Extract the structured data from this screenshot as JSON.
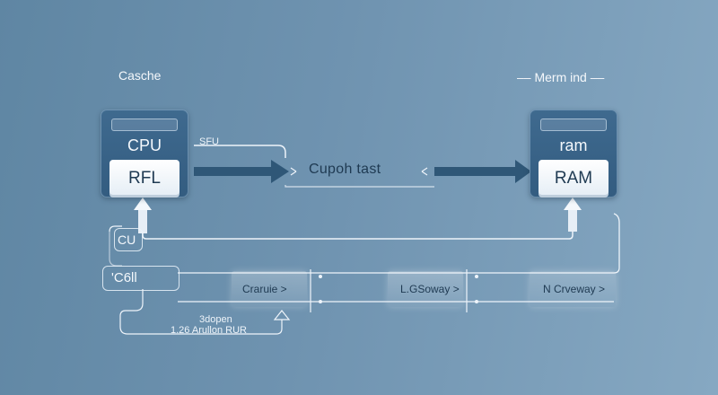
{
  "labels": {
    "cache": "Casche",
    "memory": "–– Merm ind ––",
    "sfu": "SFU",
    "bus_label": "Cupoh tast",
    "cu": "CU",
    "cell": "'C6ll",
    "craule": "Craruie >",
    "gsoway": "L.GSoway >",
    "crveway": "N Crveway >",
    "note_line1": "3dopen",
    "note_line2": "1.26 Arullon RUR"
  },
  "cpu_card": {
    "title": "CPU",
    "inner": "RFL"
  },
  "ram_card": {
    "title": "ram",
    "inner": "RAM"
  },
  "colors": {
    "card": "#3a6488",
    "arrow": "#2f5777",
    "line": "#eef4fa"
  }
}
